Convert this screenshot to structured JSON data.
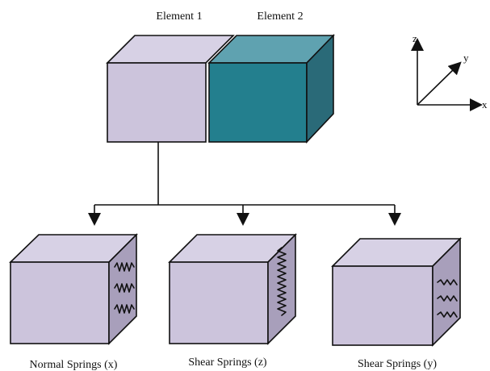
{
  "elements": {
    "element1": {
      "label": "Element 1",
      "color_front": "#ccc4dc",
      "color_top": "#d7d1e5",
      "color_side": "#b7aecb"
    },
    "element2": {
      "label": "Element 2",
      "color_front": "#237f8e",
      "color_top": "#5fa2b0",
      "color_side": "#2a6a78"
    }
  },
  "axes": {
    "x": "x",
    "y": "y",
    "z": "z"
  },
  "springs": [
    {
      "label": "Normal Springs  (x)",
      "direction": "x"
    },
    {
      "label": "Shear Springs  (z)",
      "direction": "z"
    },
    {
      "label": "Shear Springs  (y)",
      "direction": "y"
    }
  ],
  "colors": {
    "cube_front": "#ccc4dc",
    "cube_top": "#d7d1e5",
    "cube_side": "#a89fbb",
    "line": "#111111"
  }
}
